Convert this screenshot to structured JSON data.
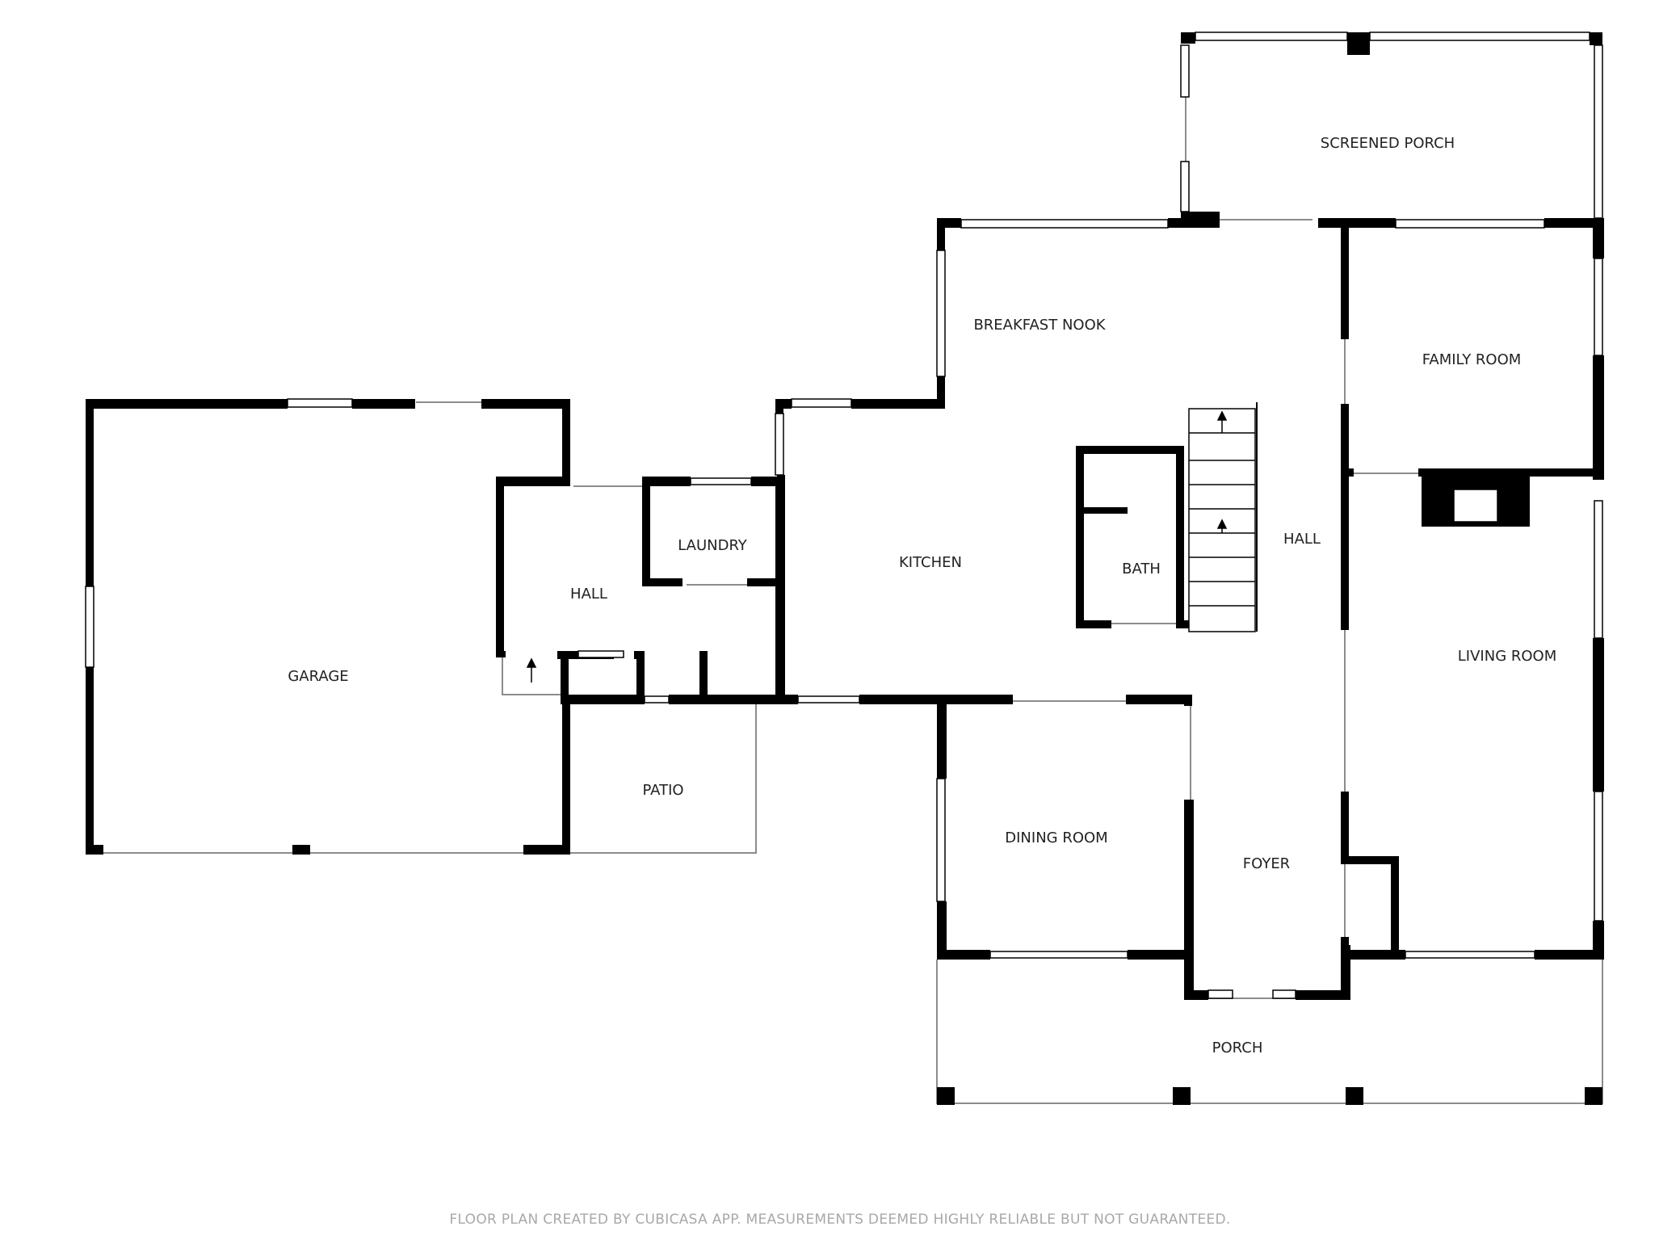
{
  "rooms": {
    "screened_porch": "SCREENED PORCH",
    "breakfast_nook": "BREAKFAST NOOK",
    "family_room": "FAMILY ROOM",
    "garage": "GARAGE",
    "hall_left": "HALL",
    "laundry": "LAUNDRY",
    "kitchen": "KITCHEN",
    "bath": "BATH",
    "hall_center": "HALL",
    "living_room": "LIVING ROOM",
    "patio": "PATIO",
    "dining_room": "DINING ROOM",
    "foyer": "FOYER",
    "porch": "PORCH"
  },
  "footer": "FLOOR PLAN CREATED BY CUBICASA APP. MEASUREMENTS DEEMED HIGHLY RELIABLE BUT NOT GUARANTEED.",
  "colors": {
    "wall": "#000000",
    "thin_line": "#8c8c8c",
    "footer_text": "#a8a8a8"
  }
}
